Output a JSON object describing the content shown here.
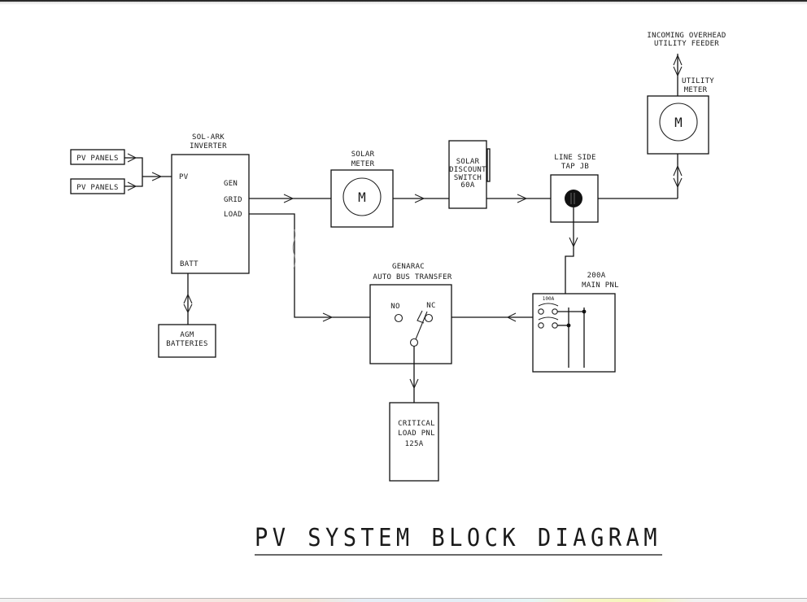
{
  "diagram": {
    "title": "PV SYSTEM BLOCK DIAGRAM",
    "nodes": {
      "pv_panels_1": {
        "label": "PV PANELS"
      },
      "pv_panels_2": {
        "label": "PV PANELS"
      },
      "inverter": {
        "title_lines": [
          "SOL-ARK",
          "INVERTER"
        ],
        "ports": {
          "pv": "PV",
          "gen": "GEN",
          "grid": "GRID",
          "load": "LOAD",
          "batt": "BATT"
        }
      },
      "batteries": {
        "lines": [
          "AGM",
          "BATTERIES"
        ]
      },
      "solar_meter": {
        "title_lines": [
          "SOLAR",
          "METER"
        ],
        "symbol": "M"
      },
      "disconnect_switch": {
        "lines": [
          "SOLAR",
          "DISCOUNT",
          "SWITCH",
          "60A"
        ]
      },
      "line_side_tap": {
        "title_lines": [
          "LINE SIDE",
          "TAP JB"
        ]
      },
      "utility_meter": {
        "title_lines": [
          "UTILITY",
          "METER"
        ],
        "symbol": "M"
      },
      "utility_feeder": {
        "title_lines": [
          "INCOMING OVERHEAD",
          "UTILITY FEEDER"
        ]
      },
      "main_panel": {
        "title_lines": [
          "200A",
          "MAIN PNL"
        ],
        "breaker_label": "100A"
      },
      "transfer_switch": {
        "title_lines": [
          "GENARAC",
          "AUTO BUS TRANSFER"
        ],
        "terminals": {
          "no": "NO",
          "nc": "NC"
        }
      },
      "critical_load_panel": {
        "lines": [
          "CRITICAL",
          "LOAD PNL",
          "125A"
        ]
      }
    },
    "connections": [
      {
        "from": "pv_panels_1",
        "to": "inverter.pv",
        "direction": "forward"
      },
      {
        "from": "pv_panels_2",
        "to": "inverter.pv",
        "direction": "forward"
      },
      {
        "from": "inverter.batt",
        "to": "batteries",
        "direction": "bidirectional"
      },
      {
        "from": "inverter.grid",
        "to": "solar_meter",
        "direction": "forward"
      },
      {
        "from": "solar_meter",
        "to": "disconnect_switch",
        "direction": "forward"
      },
      {
        "from": "disconnect_switch",
        "to": "line_side_tap",
        "direction": "forward"
      },
      {
        "from": "line_side_tap",
        "to": "utility_meter",
        "direction": "bidirectional"
      },
      {
        "from": "utility_meter",
        "to": "utility_feeder",
        "direction": "bidirectional"
      },
      {
        "from": "line_side_tap",
        "to": "main_panel",
        "direction": "forward"
      },
      {
        "from": "main_panel",
        "to": "transfer_switch.nc",
        "direction": "forward"
      },
      {
        "from": "inverter.load",
        "to": "transfer_switch",
        "direction": "forward"
      },
      {
        "from": "transfer_switch",
        "to": "critical_load_panel",
        "direction": "forward"
      }
    ]
  }
}
